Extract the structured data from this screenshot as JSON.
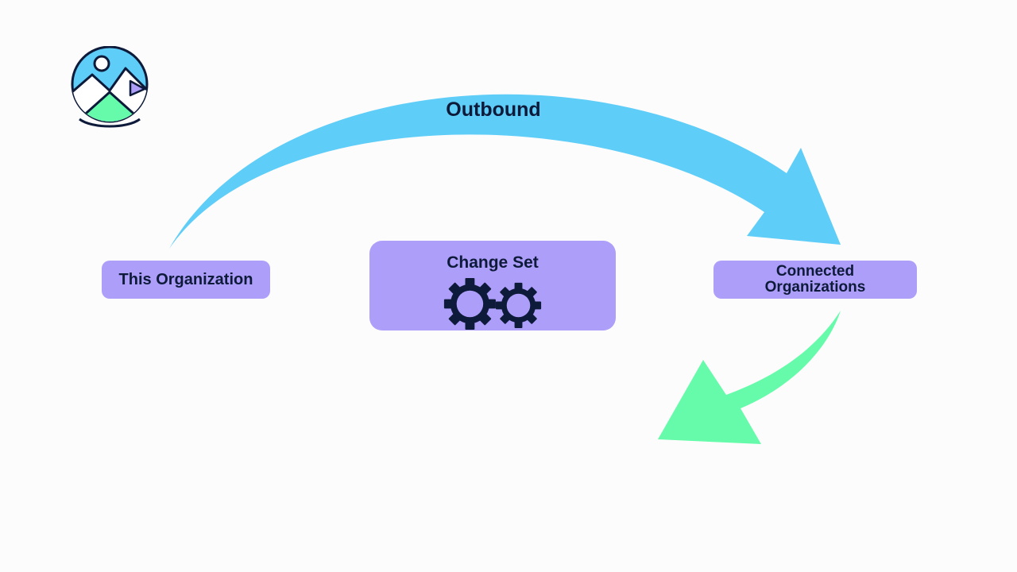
{
  "nodes": {
    "this_org": "This Organization",
    "change_set": "Change Set",
    "connected_line1": "Connected",
    "connected_line2": "Organizations"
  },
  "arrows": {
    "outbound_label": "Outbound"
  },
  "colors": {
    "outbound_arrow": "#5ecdf8",
    "inbound_arrow": "#66fbaa",
    "node_fill": "#ac9ef9",
    "text": "#0e1a3a",
    "background": "#fcfcfc"
  },
  "icons": {
    "logo": "mountain-flag-logo-icon",
    "gears": "gears-icon"
  }
}
